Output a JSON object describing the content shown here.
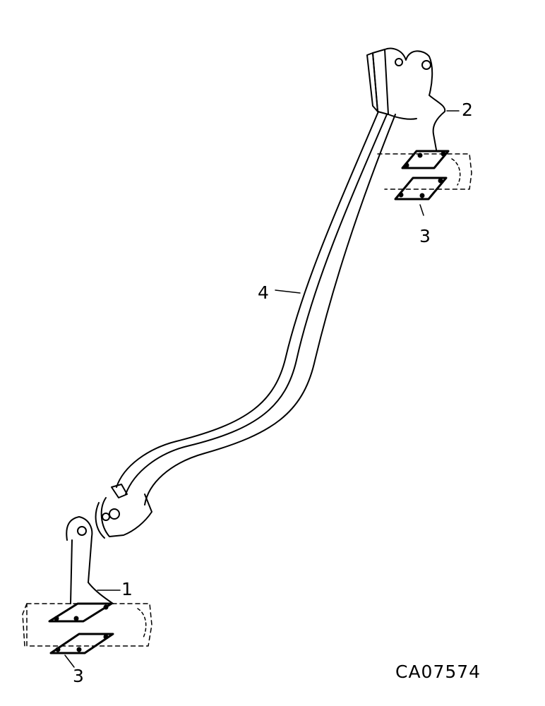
{
  "diagram": {
    "callouts": {
      "part1": "1",
      "part2": "2",
      "part3_top": "3",
      "part3_bottom": "3",
      "part4": "4"
    },
    "drawing_code": "CA07574"
  },
  "colors": {
    "line": "#000000",
    "paper": "#ffffff",
    "plate_fill": "#111111"
  }
}
